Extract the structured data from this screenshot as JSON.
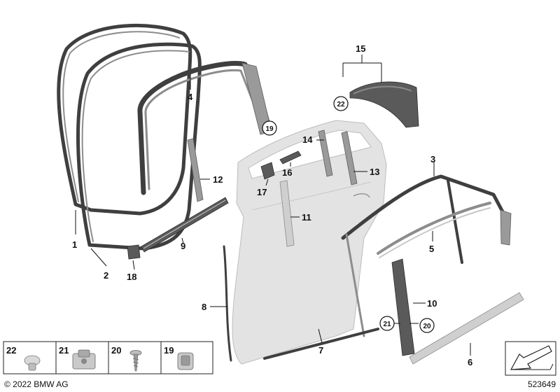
{
  "diagram": {
    "copyright": "© 2022 BMW AG",
    "figure_number": "523649",
    "callouts": {
      "c1": "1",
      "c2": "2",
      "c3": "3",
      "c4": "4",
      "c5": "5",
      "c6": "6",
      "c7": "7",
      "c8": "8",
      "c9": "9",
      "c10": "10",
      "c11": "11",
      "c12": "12",
      "c13": "13",
      "c14": "14",
      "c15": "15",
      "c16": "16",
      "c17": "17",
      "c18": "18"
    },
    "circled_callouts": {
      "c19": "19",
      "c20": "20",
      "c21": "21",
      "c22": "22"
    },
    "legend_items": [
      "22",
      "21",
      "20",
      "19"
    ]
  }
}
